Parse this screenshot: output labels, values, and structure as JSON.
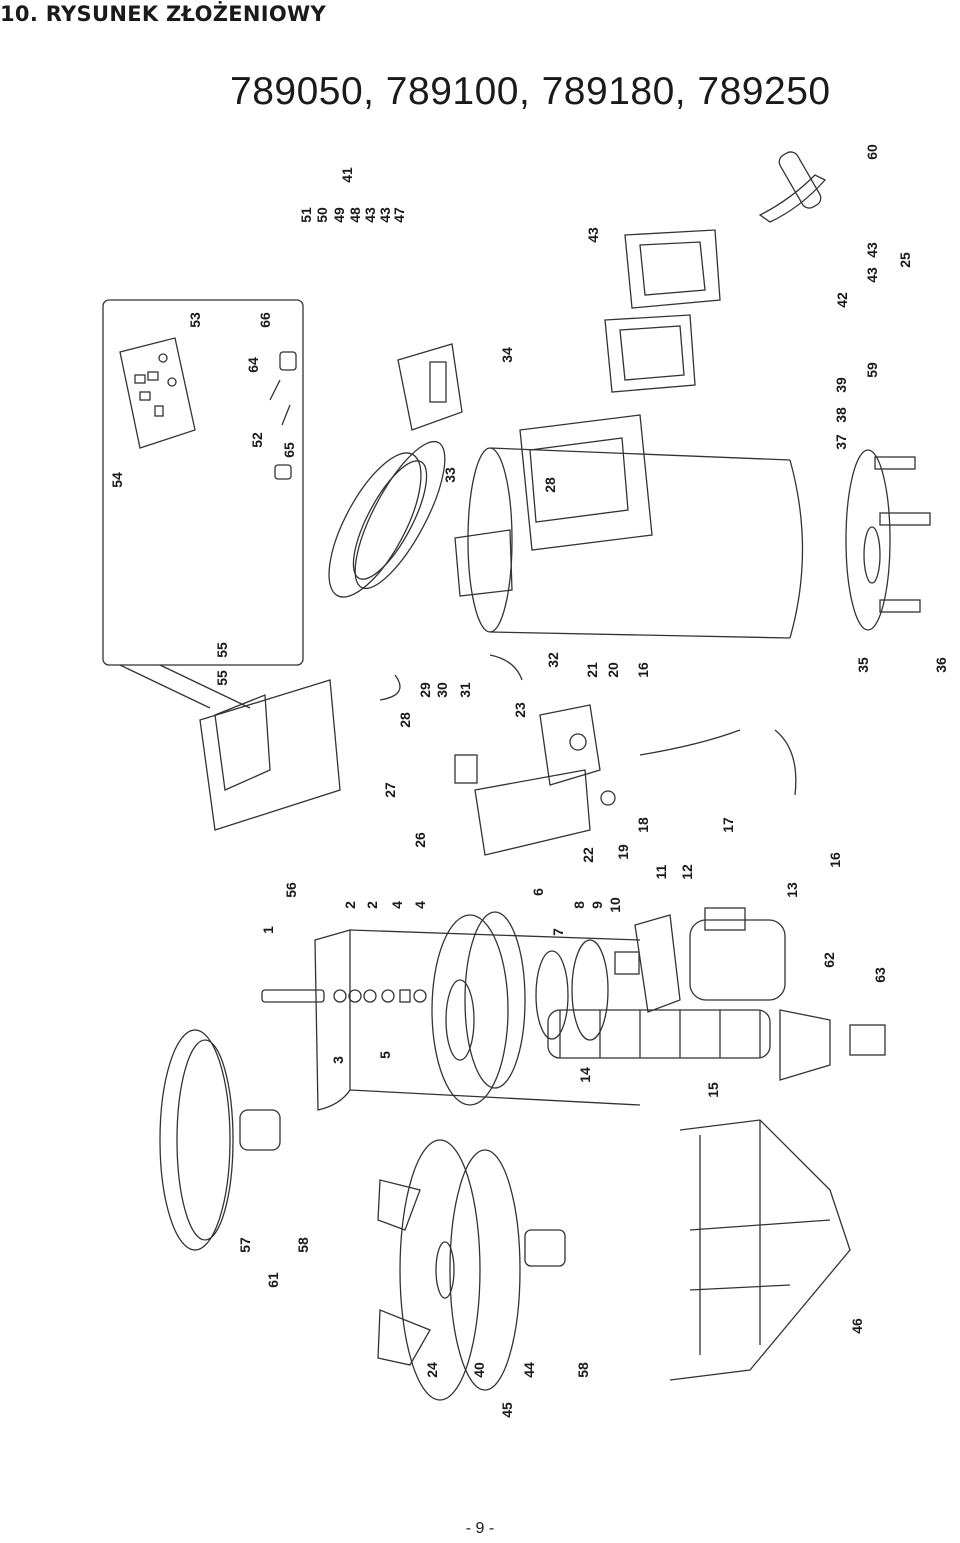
{
  "header": {
    "heading": "10. RYSUNEK ZŁOŻENIOWY",
    "models": "789050, 789100, 789180, 789250"
  },
  "diagram": {
    "labels": [
      "41",
      "51",
      "50",
      "49",
      "48",
      "43",
      "43",
      "47",
      "60",
      "43",
      "25",
      "43",
      "43",
      "42",
      "39",
      "38",
      "37",
      "59",
      "53",
      "66",
      "64",
      "52",
      "65",
      "54",
      "34",
      "28",
      "33",
      "55",
      "55",
      "29",
      "30",
      "31",
      "28",
      "32",
      "21",
      "20",
      "16",
      "23",
      "27",
      "26",
      "56",
      "22",
      "19",
      "18",
      "17",
      "16",
      "35",
      "36",
      "1",
      "2",
      "2",
      "4",
      "4",
      "3",
      "5",
      "6",
      "7",
      "8",
      "9",
      "10",
      "11",
      "12",
      "13",
      "62",
      "63",
      "14",
      "15",
      "57",
      "58",
      "61",
      "24",
      "40",
      "44",
      "58",
      "45",
      "46"
    ]
  },
  "footer": {
    "page_number": "- 9 -"
  }
}
